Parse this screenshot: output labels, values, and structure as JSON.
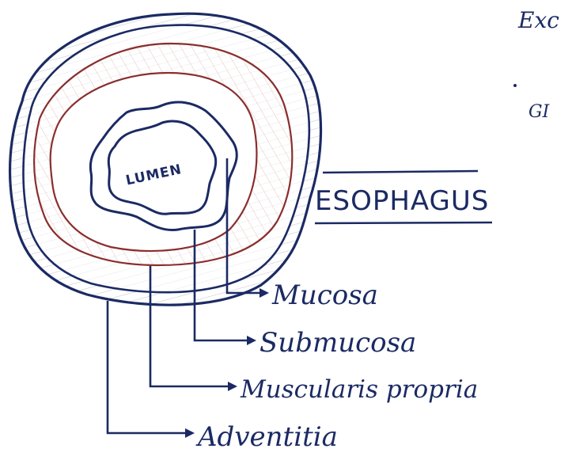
{
  "diagram": {
    "lumen_label": "LUMEN",
    "title": "ESOPHAGUS",
    "corner_top": "Exc",
    "corner_mid": "GI",
    "layers": [
      {
        "id": "mucosa",
        "label": "Mucosa"
      },
      {
        "id": "submucosa",
        "label": "Submucosa"
      },
      {
        "id": "muscularis",
        "label": "Muscularis propria"
      },
      {
        "id": "adventitia",
        "label": "Adventitia"
      }
    ]
  },
  "colors": {
    "ink": "#1b2a63",
    "muscle_ring": "#8a2e2e",
    "hatch": "#c9ccd6",
    "hatch_red": "#e3b6b0"
  }
}
